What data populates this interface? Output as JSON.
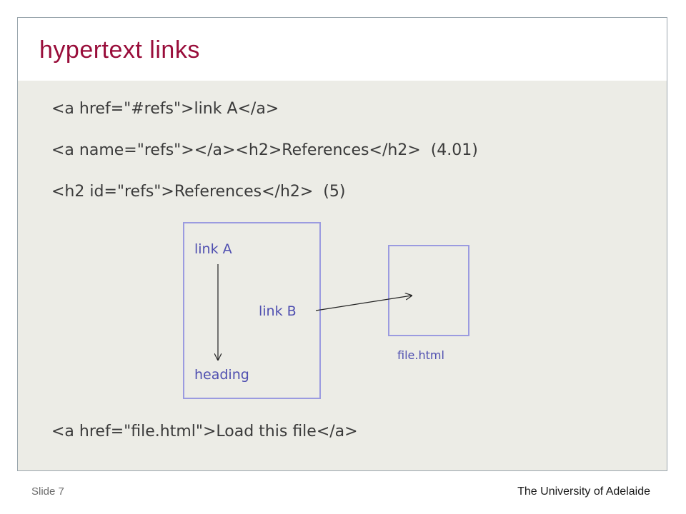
{
  "slide": {
    "title": "hypertext links",
    "lines": [
      "<a href=\"#refs\">link A</a>",
      "<a name=\"refs\"></a><h2>References</h2>  (4.01)",
      "<h2 id=\"refs\">References</h2>  (5)",
      "<a href=\"file.html\">Load this file</a>"
    ],
    "diagram": {
      "link_a": "link A",
      "link_b": "link B",
      "heading": "heading",
      "file_label": "file.html"
    }
  },
  "footer": {
    "slide_number": "Slide 7",
    "institution": "The University of Adelaide"
  },
  "colors": {
    "title": "#990d3a",
    "diagram": "#4f4fb0",
    "body_background": "#ececE6"
  }
}
